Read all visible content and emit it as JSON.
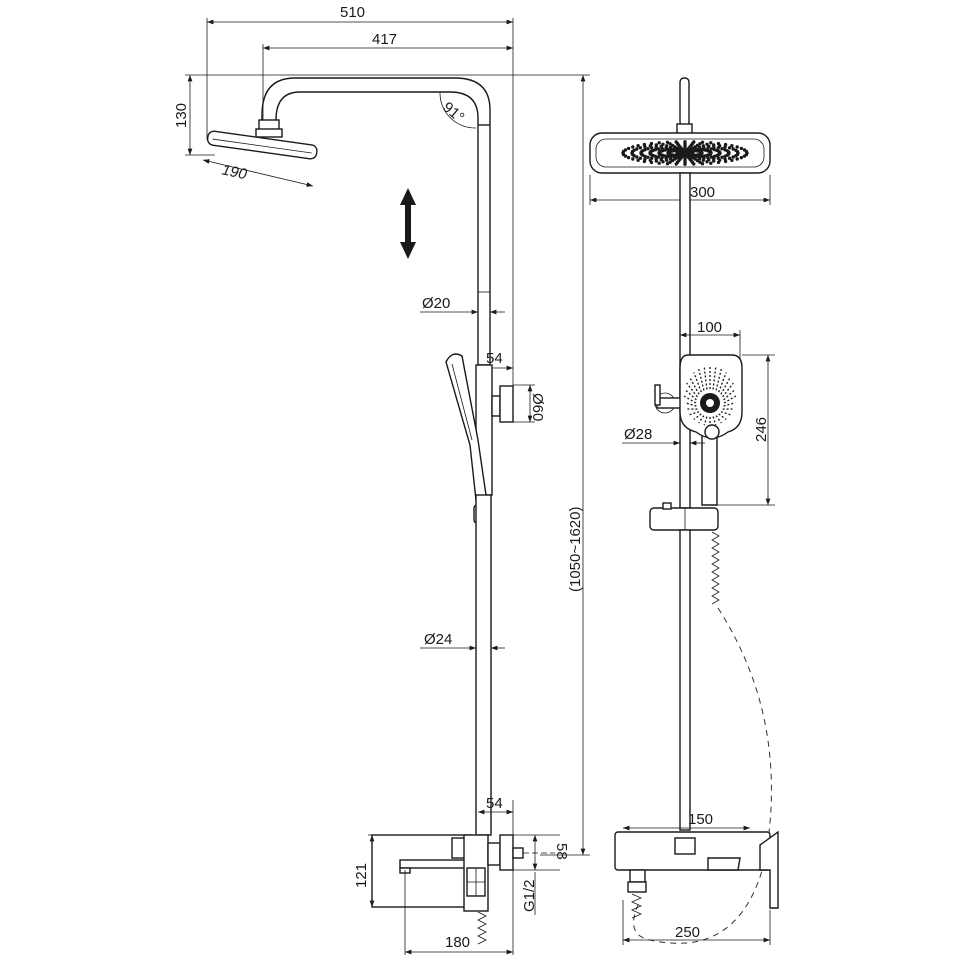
{
  "title": "Shower system technical drawing",
  "side_view": {
    "overall_width": "510",
    "arm_reach": "417",
    "head_height": "130",
    "arm_angle": "91°",
    "head_diameter": "190",
    "upper_pipe_diameter": "Ø20",
    "holder_offset": "54",
    "holder_diameter": "Ø60",
    "lower_pipe_diameter": "Ø24",
    "height_range": "(1050~1620)",
    "mixer_offset": "54",
    "inlet_height": "58",
    "mixer_height": "121",
    "inlet_thread": "G1/2",
    "spout_reach": "180"
  },
  "front_view": {
    "head_width": "300",
    "hand_shower_width": "100",
    "hand_shower_length": "246",
    "slide_bar_diameter": "Ø28",
    "mixer_width": "150",
    "mixer_overall_width": "250"
  }
}
